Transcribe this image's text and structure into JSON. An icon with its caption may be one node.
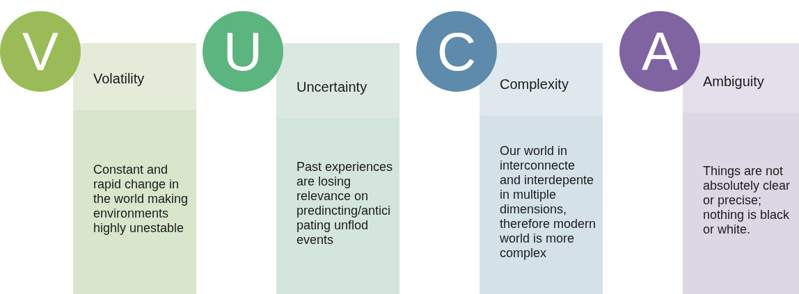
{
  "diagram": {
    "nodes": [
      {
        "text": [
          "V"
        ]
      },
      {
        "text": [
          "Volatility",
          "Constant and rapid change in the world making environments highly unestable"
        ]
      },
      {
        "text": [
          "U"
        ]
      },
      {
        "text": [
          "Uncertainty",
          "Past experiences are losing relevance on predincting/anticipating unflod events"
        ]
      },
      {
        "text": [
          "C"
        ]
      },
      {
        "text": [
          "Complexity",
          "Our world in interconnecte and interdepente in multiple dimensions, therefore modern world is more complex"
        ]
      },
      {
        "text": [
          "A"
        ]
      },
      {
        "text": [
          "Ambiguity",
          "Things are not absolutely clear or precise; nothing is black or white."
        ]
      }
    ]
  }
}
